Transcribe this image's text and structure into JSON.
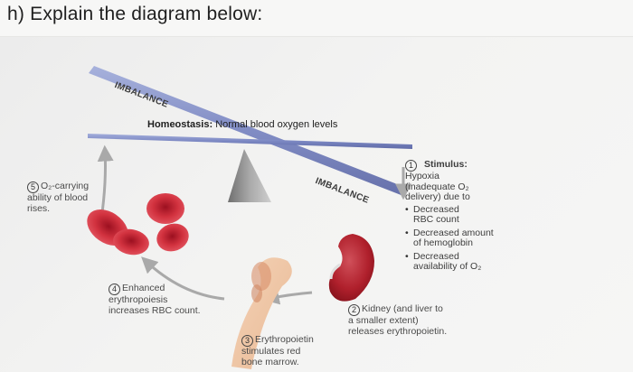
{
  "question": "h) Explain the diagram below:",
  "seesaw": {
    "imbalance_top": "IMBALANCE",
    "imbalance_right": "IMBALANCE",
    "homeostasis_bold": "Homeostasis:",
    "homeostasis_rest": "Normal blood oxygen levels"
  },
  "step1": {
    "number": "1",
    "heading": "Stimulus:",
    "lines": [
      "Hypoxia",
      "(inadequate O₂",
      "delivery) due to"
    ],
    "bullets": [
      [
        "Decreased",
        "RBC count"
      ],
      [
        "Decreased amount",
        "of hemoglobin"
      ],
      [
        "Decreased",
        "availability of O₂"
      ]
    ]
  },
  "step2": {
    "number": "2",
    "lines": [
      "Kidney (and liver to",
      "a smaller extent)",
      "releases erythropoietin."
    ]
  },
  "step3": {
    "number": "3",
    "lines": [
      "Erythropoietin",
      "stimulates red",
      "bone marrow."
    ]
  },
  "step4": {
    "number": "4",
    "lines": [
      "Enhanced",
      "erythropoiesis",
      "increases RBC count."
    ]
  },
  "step5": {
    "number": "5",
    "lines": [
      "O₂-carrying",
      "ability of blood",
      "rises."
    ]
  }
}
